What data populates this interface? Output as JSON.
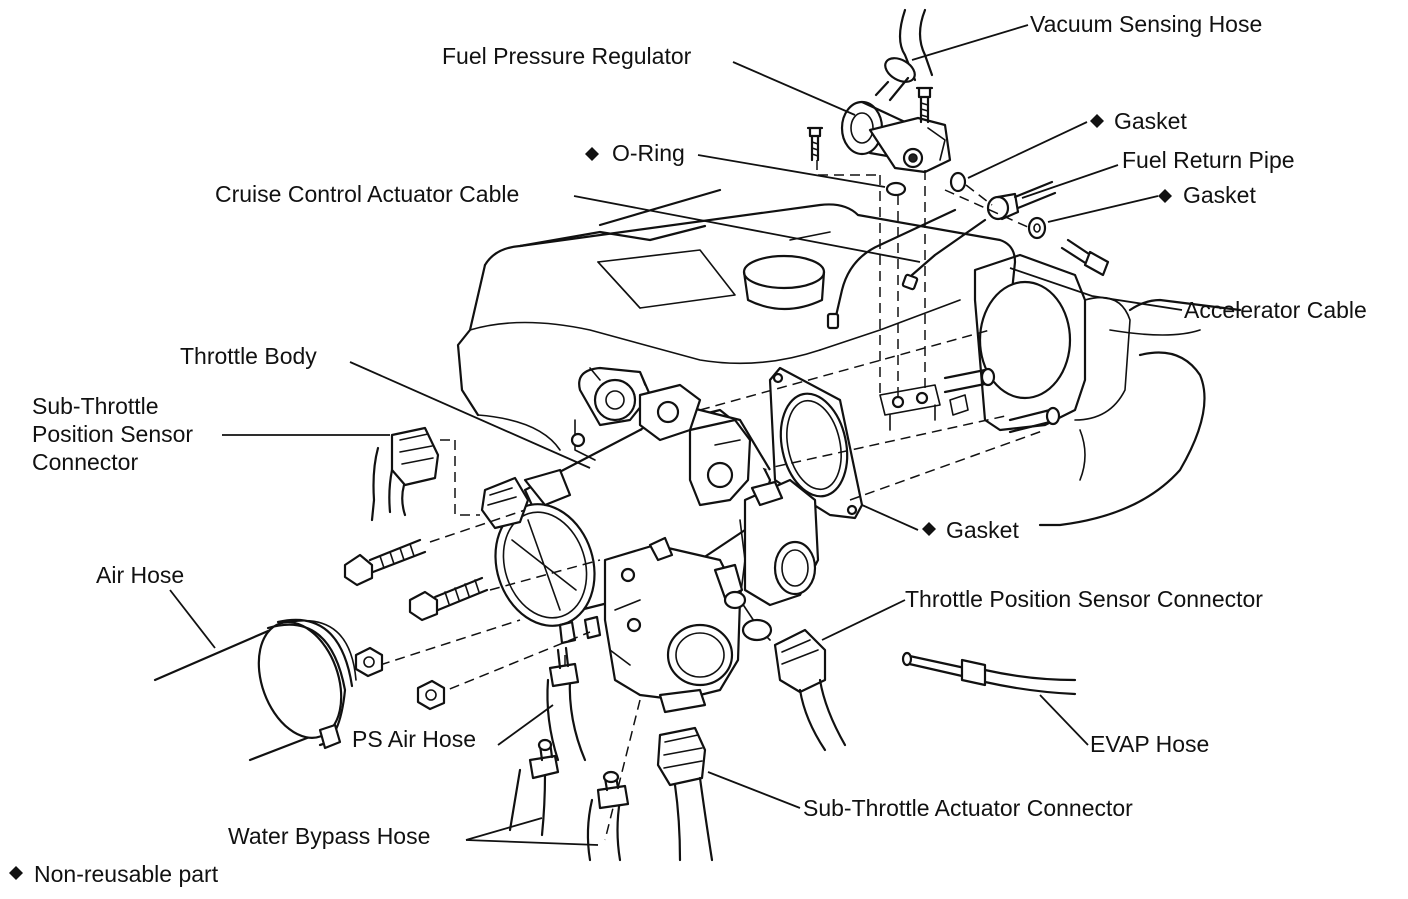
{
  "diagram": {
    "labels": {
      "vacuum_sensing_hose": "Vacuum Sensing Hose",
      "fuel_pressure_regulator": "Fuel Pressure Regulator",
      "gasket_top": "Gasket",
      "o_ring": "O-Ring",
      "fuel_return_pipe": "Fuel Return Pipe",
      "gasket_right": "Gasket",
      "cruise_control_actuator_cable": "Cruise Control Actuator Cable",
      "accelerator_cable": "Accelerator Cable",
      "throttle_body": "Throttle Body",
      "sub_throttle_position_sensor_connector_line1": "Sub-Throttle",
      "sub_throttle_position_sensor_connector_line2": "Position Sensor",
      "sub_throttle_position_sensor_connector_line3": "Connector",
      "gasket_flange": "Gasket",
      "air_hose": "Air Hose",
      "throttle_position_sensor_connector": "Throttle Position Sensor Connector",
      "evap_hose": "EVAP Hose",
      "ps_air_hose": "PS Air Hose",
      "sub_throttle_actuator_connector": "Sub-Throttle Actuator Connector",
      "water_bypass_hose": "Water Bypass Hose"
    },
    "legend": {
      "symbol": "◆",
      "text": "Non-reusable part"
    }
  }
}
